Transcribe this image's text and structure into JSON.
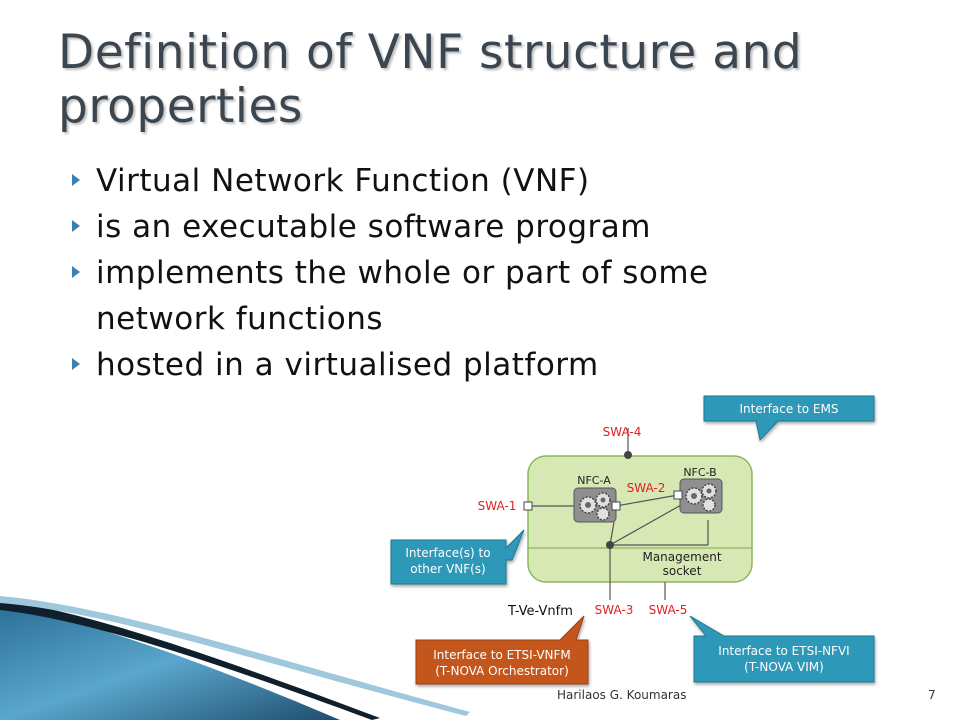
{
  "slide": {
    "title": "Definition of VNF structure and properties",
    "bullets": [
      "Virtual Network Function (VNF)",
      "is an executable software program",
      "implements the whole or part of some network functions",
      "hosted in a virtualised platform"
    ],
    "footer_author": "Harilaos G. Koumaras",
    "page_number": "7"
  },
  "diagram": {
    "ems_callout": "Interface to EMS",
    "vnfs_callout_line1": "Interface(s) to",
    "vnfs_callout_line2": "other VNF(s)",
    "vnfm_callout_line1": "Interface to ETSI-VNFM",
    "vnfm_callout_line2": "(T-NOVA Orchestrator)",
    "nfvi_callout_line1": "Interface to ETSI-NFVI",
    "nfvi_callout_line2": "(T-NOVA VIM)",
    "swa1": "SWA-1",
    "swa2": "SWA-2",
    "swa3": "SWA-3",
    "swa4": "SWA-4",
    "swa5": "SWA-5",
    "nfc_a": "NFC-A",
    "nfc_b": "NFC-B",
    "mgmt_line1": "Management",
    "mgmt_line2": "socket",
    "tvevnfm": "T-Ve-Vnfm"
  },
  "colors": {
    "title": "#3b4650",
    "bullet_marker": "#3c7fb0",
    "callout_teal": "#2e98b8",
    "callout_orange": "#c4571c",
    "vnf_box": "#d8e8b4",
    "swa_red": "#e02020"
  }
}
